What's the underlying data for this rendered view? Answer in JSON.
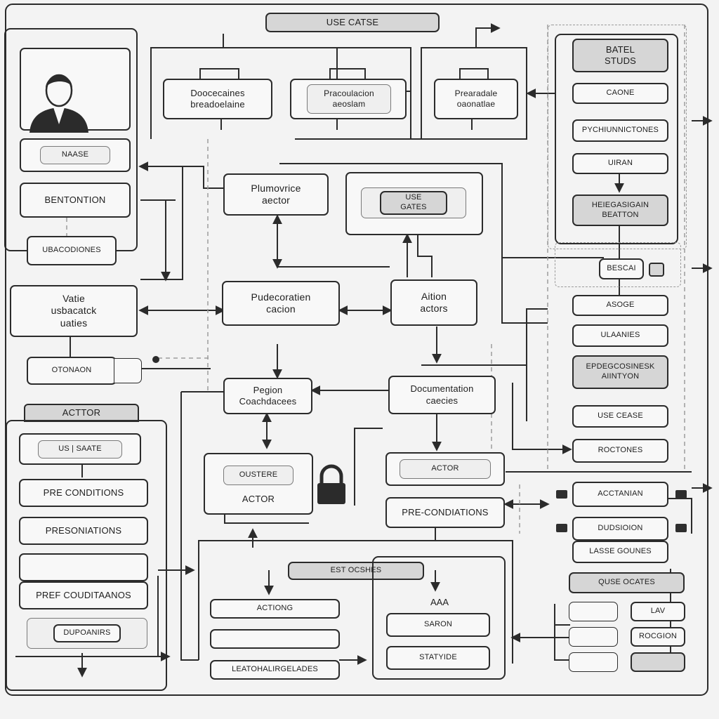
{
  "header": {
    "title": "USE CATSE"
  },
  "top": {
    "box1": "Doocecaines\nbreadoelaine",
    "box2": "Pracoulacion\naeoslam",
    "box3": "Prearadale\noaonatlae"
  },
  "actor_panel": {
    "name": "NAASE",
    "button": "BENTONTION",
    "label": "UBACODIONES"
  },
  "left": {
    "vatie": "Vatie\nusbacatck\nuaties",
    "otcioniaon": "OTONAON"
  },
  "center": {
    "pumovice": "Plumovrice\naector",
    "use_gates_inner": "USE\nGATES",
    "pudecoratien": "Pudecoratien\ncacion",
    "action_actors": "Aition\nactors",
    "pegion": "Pegion\nCoachdacees",
    "documentation": "Documentation\ncaecies",
    "outsere": "OUSTERE",
    "outsere_actor": "ACTOR",
    "actor": "ACTOR",
    "preconditions": "PRE-CONDIATIONS"
  },
  "bottom_left": {
    "header": "ACTTOR",
    "use_saate": "US | SAATE",
    "pre_conditions": "PRE CONDITIONS",
    "presoniations": "PRESONIATIONS",
    "pref_conditaanos": "PREF COUDITAANOS",
    "dupoanirs": "DUPOANIRS"
  },
  "bottom_center": {
    "header": "EST OCSHES",
    "actiong": "ACTIONG",
    "row2": "",
    "row3": "LEATOHALIRGELADES",
    "aaa": "AAA",
    "saron": "SARON",
    "statyide": "STATYIDE"
  },
  "right": {
    "batel_line1": "BATEL",
    "batel_line2": "STUDS",
    "caone": "CAONE",
    "pychiunnictones": "PYCHIUNNICTONES",
    "uran": "UIRAN",
    "heiegasigain": "HEIEGASIGAIN\nBEATTON",
    "bescai": "BESCAI",
    "asoge": "ASOGE",
    "ulaanies": "ULAANIES",
    "epdecosiness": "EPDEGCOSINESK\nAIINTYON",
    "use_cease": "USE CEASE",
    "roctoines": "ROCTONES",
    "actanian": "ACCTANIAN",
    "dudsioion": "DUDSIOION",
    "lasse_gounes": "LASSE GOUNES",
    "quse_ocates": "QUSE OCATES",
    "lav": "LAV",
    "rocgion": "ROCGION"
  },
  "colors": {
    "line": "#2b2b2b",
    "grey_fill": "#d6d6d6",
    "dark_fill": "#9b9b9b",
    "background": "#f3f3f3"
  }
}
